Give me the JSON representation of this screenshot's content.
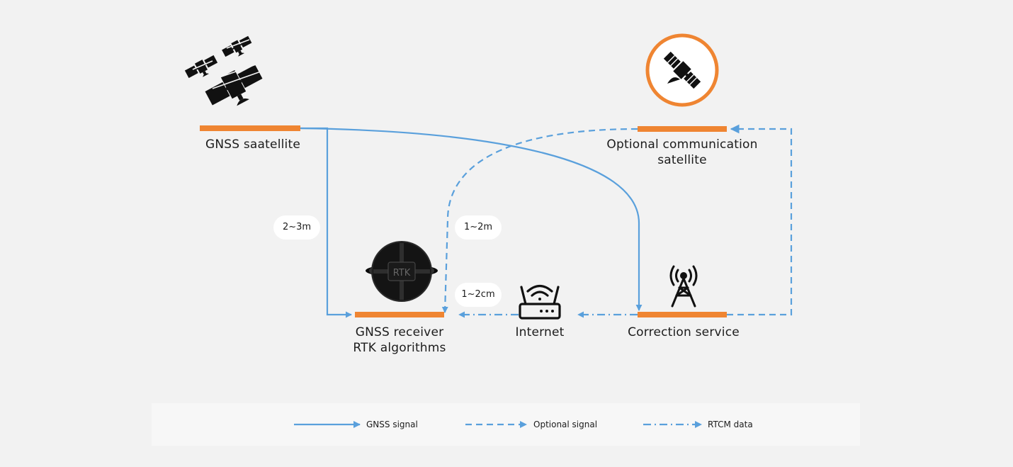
{
  "nodes": {
    "gnss_satellite": {
      "label": "GNSS saatellite",
      "icon": "satellite-constellation-icon"
    },
    "comm_satellite": {
      "line1": "Optional communication",
      "line2": "satellite",
      "icon": "comm-satellite-icon"
    },
    "receiver": {
      "line1": "GNSS receiver",
      "line2": "RTK algorithms",
      "icon": "rtk-receiver-icon",
      "device_text": "RTK"
    },
    "internet": {
      "label": "Internet",
      "icon": "wifi-router-icon"
    },
    "correction": {
      "label": "Correction service",
      "icon": "radio-tower-icon"
    }
  },
  "accuracy_labels": {
    "gnss": "2~3m",
    "optional": "1~2m",
    "rtcm": "1~2cm"
  },
  "legend": {
    "gnss_signal": "GNSS signal",
    "optional_signal": "Optional signal",
    "rtcm_data": "RTCM data"
  },
  "colors": {
    "accent_orange": "#ef8532",
    "line_blue": "#5aa0dc",
    "background": "#f2f2f2"
  }
}
